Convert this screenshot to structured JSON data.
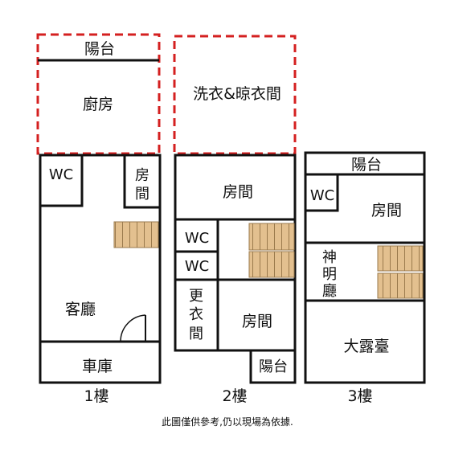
{
  "floor1": {
    "balcony": "陽台",
    "kitchen": "廚房",
    "wc": "WC",
    "bedroom_v": [
      "房",
      "間"
    ],
    "living": "客廳",
    "garage": "車庫",
    "caption": "1樓"
  },
  "floor2": {
    "laundry": "洗衣&晾衣間",
    "bedroom_top": "房間",
    "wc_a": "WC",
    "wc_b": "WC",
    "dressing_v": [
      "更",
      "衣",
      "間"
    ],
    "bedroom_bottom": "房間",
    "balcony": "陽台",
    "caption": "2樓"
  },
  "floor3": {
    "balcony": "陽台",
    "wc": "WC",
    "bedroom": "房間",
    "shrine_v": [
      "神",
      "明",
      "廳"
    ],
    "terrace": "大露臺",
    "caption": "3樓"
  },
  "note": "此圖僅供參考,仍以現場為依據.",
  "colors": {
    "wall": "#111111",
    "dashed_outline": "#d42020",
    "stair_fill": "#e3c08f",
    "stair_line": "#9a7a4d"
  }
}
